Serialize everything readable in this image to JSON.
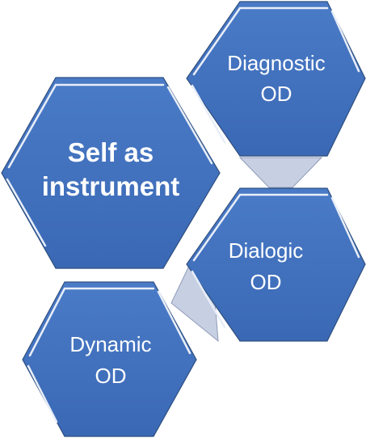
{
  "colors": {
    "hex_fill_top": "#4a7bc7",
    "hex_fill_bottom": "#3a68b4",
    "hex_border": "#2f4f7f",
    "connector_fill": "#c7cfe3",
    "text": "#ffffff"
  },
  "nodes": {
    "self": {
      "line1": "Self as",
      "line2": "instrument"
    },
    "diagnostic": {
      "line1": "Diagnostic",
      "line2": "OD"
    },
    "dialogic": {
      "line1": "Dialogic",
      "line2": "OD"
    },
    "dynamic": {
      "line1": "Dynamic",
      "line2": "OD"
    }
  }
}
